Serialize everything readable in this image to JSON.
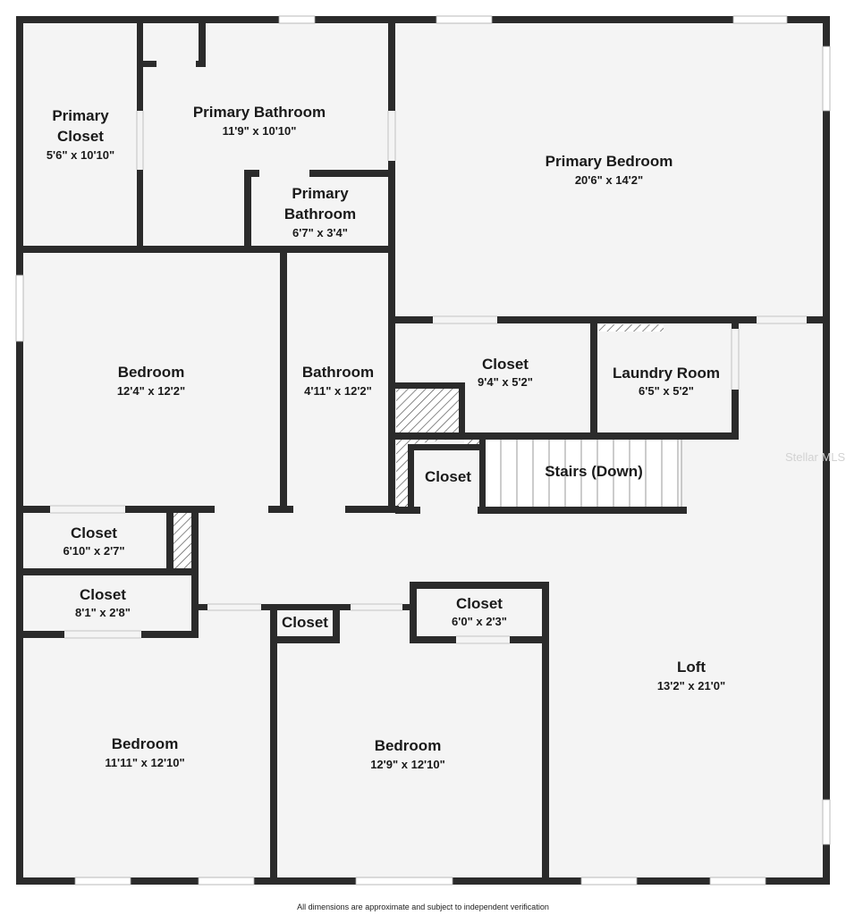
{
  "rooms": {
    "primary_closet": {
      "name_line1": "Primary",
      "name_line2": "Closet",
      "dims": "5'6\" x 10'10\""
    },
    "primary_bathroom_main": {
      "name": "Primary Bathroom",
      "dims": "11'9\" x 10'10\""
    },
    "primary_bathroom_small": {
      "name_line1": "Primary",
      "name_line2": "Bathroom",
      "dims": "6'7\" x 3'4\""
    },
    "primary_bedroom": {
      "name": "Primary Bedroom",
      "dims": "20'6\" x 14'2\""
    },
    "bedroom_1": {
      "name": "Bedroom",
      "dims": "12'4\" x 12'2\""
    },
    "bathroom": {
      "name": "Bathroom",
      "dims": "4'11\" x 12'2\""
    },
    "closet_mid": {
      "name": "Closet",
      "dims": "9'4\" x 5'2\""
    },
    "laundry": {
      "name": "Laundry Room",
      "dims": "6'5\" x 5'2\""
    },
    "closet_stair": {
      "name": "Closet"
    },
    "stairs": {
      "name": "Stairs (Down)"
    },
    "closet_a": {
      "name": "Closet",
      "dims": "6'10\" x 2'7\""
    },
    "closet_b": {
      "name": "Closet",
      "dims": "8'1\" x 2'8\""
    },
    "closet_small": {
      "name": "Closet"
    },
    "closet_c": {
      "name": "Closet",
      "dims": "6'0\" x 2'3\""
    },
    "loft": {
      "name": "Loft",
      "dims": "13'2\" x 21'0\""
    },
    "bedroom_2": {
      "name": "Bedroom",
      "dims": "11'11\" x 12'10\""
    },
    "bedroom_3": {
      "name": "Bedroom",
      "dims": "12'9\" x 12'10\""
    }
  },
  "watermark": "Stellar MLS",
  "disclaimer": "All dimensions are approximate and subject to independent verification",
  "colors": {
    "wall": "#2b2b2b",
    "floor": "#f4f4f4",
    "window": "#ffffff"
  }
}
